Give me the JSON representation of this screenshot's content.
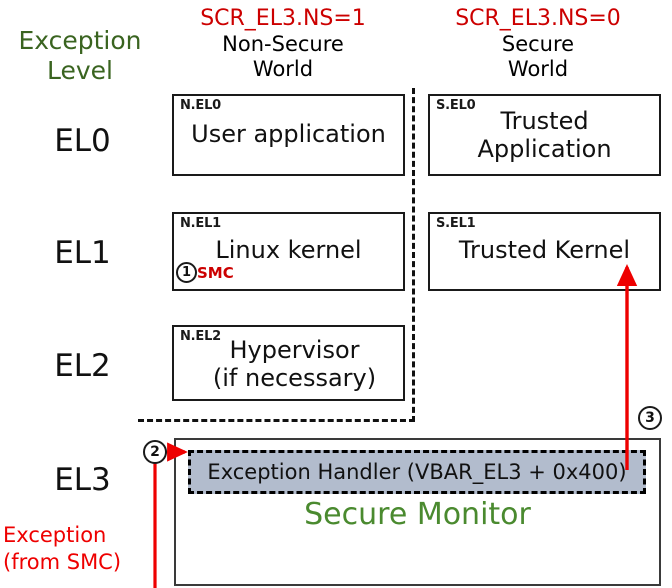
{
  "diagram": {
    "title_axis": "Exception\nLevel",
    "worlds": [
      {
        "register": "SCR_EL3.NS=1",
        "name": "Non-Secure\nWorld"
      },
      {
        "register": "SCR_EL3.NS=0",
        "name": "Secure\nWorld"
      }
    ],
    "levels": [
      {
        "label": "EL0"
      },
      {
        "label": "EL1"
      },
      {
        "label": "EL2"
      },
      {
        "label": "EL3"
      }
    ],
    "boxes": {
      "n_el0": {
        "tag": "N.EL0",
        "title": "User application"
      },
      "s_el0": {
        "tag": "S.EL0",
        "title": "Trusted\nApplication"
      },
      "n_el1": {
        "tag": "N.EL1",
        "title": "Linux kernel"
      },
      "s_el1": {
        "tag": "S.EL1",
        "title": "Trusted Kernel"
      },
      "n_el2": {
        "tag": "N.EL2",
        "title": "Hypervisor\n(if necessary)"
      }
    },
    "monitor": {
      "handler_label": "Exception Handler (VBAR_EL3 + 0x400)",
      "title": "Secure Monitor"
    },
    "callouts": {
      "one": "1",
      "two": "2",
      "three": "3"
    },
    "smc_label": "SMC",
    "exception_note": "Exception\n(from SMC)",
    "colors": {
      "green_dark": "#3a6420",
      "green_bright": "#4a8a2f",
      "red": "#cc0000",
      "arrow_red": "#ee0000",
      "handler_fill": "#b2bccd",
      "outline": "#1a1a1a"
    }
  }
}
